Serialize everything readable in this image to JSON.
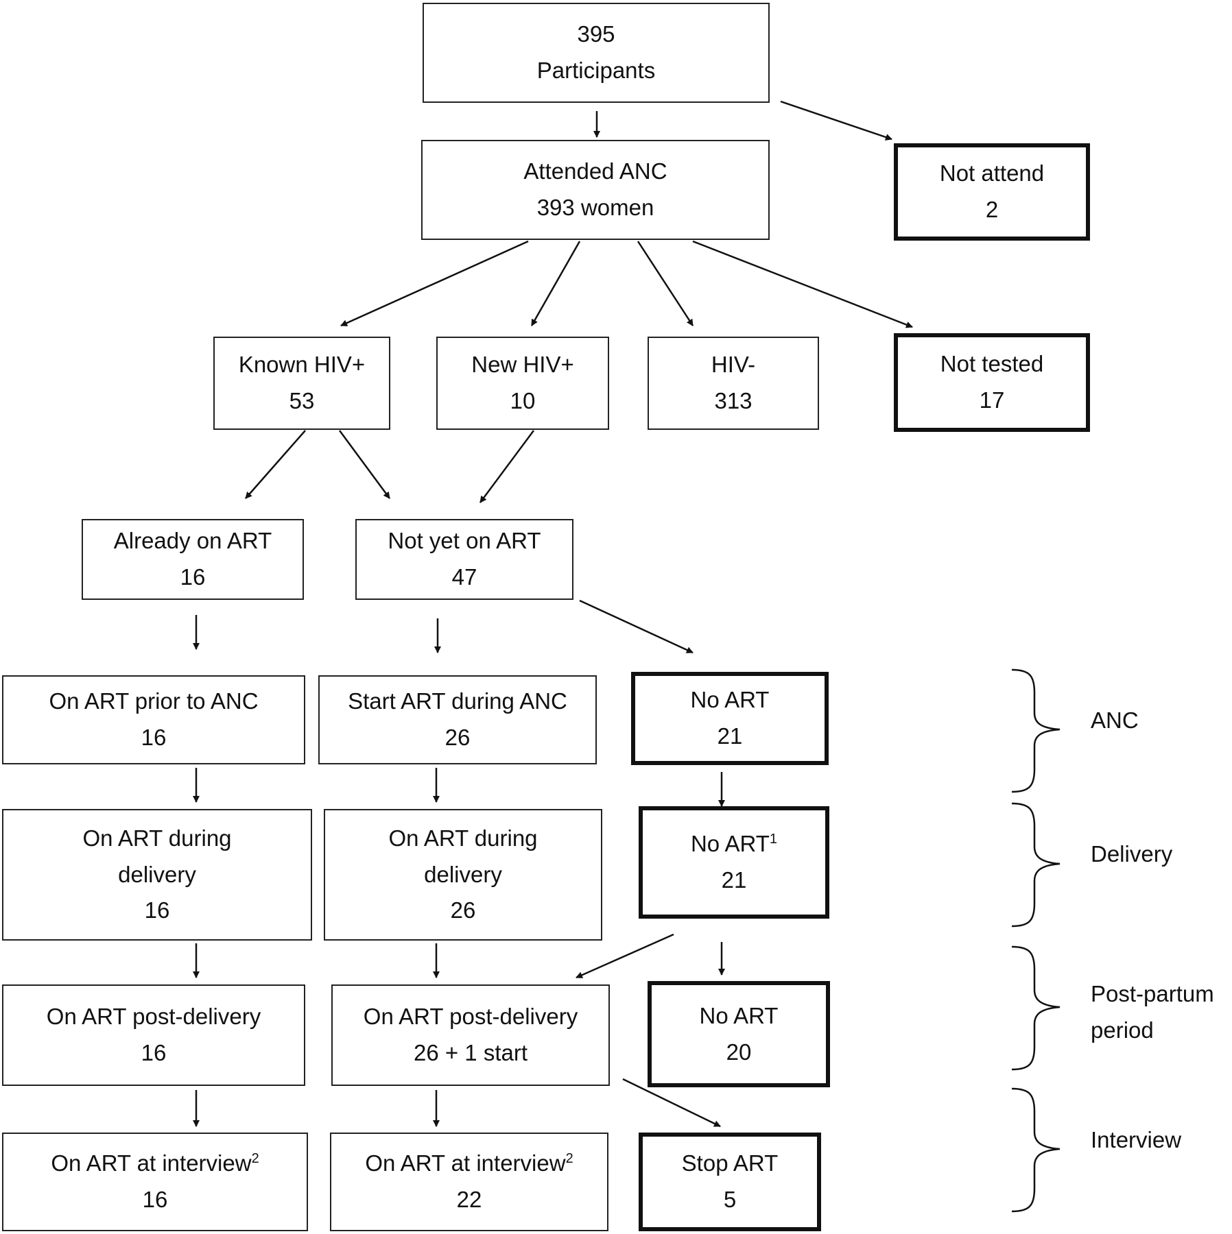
{
  "nodes": {
    "participants": {
      "line1": "395",
      "line2": "Participants"
    },
    "attended": {
      "line1": "Attended ANC",
      "line2": "393  women"
    },
    "not_attend": {
      "line1": "Not attend",
      "line2": "2"
    },
    "known_hiv": {
      "line1": "Known HIV+",
      "line2": "53"
    },
    "new_hiv": {
      "line1": "New HIV+",
      "line2": "10"
    },
    "hiv_neg": {
      "line1": "HIV-",
      "line2": "313"
    },
    "not_tested": {
      "line1": "Not tested",
      "line2": "17"
    },
    "already_art": {
      "line1": "Already on ART",
      "line2": "16"
    },
    "not_yet_art": {
      "line1": "Not yet on ART",
      "line2": "47"
    },
    "art_prior_anc": {
      "line1": "On ART prior to ANC",
      "line2": "16"
    },
    "start_art_anc": {
      "line1": "Start ART during ANC",
      "line2": "26"
    },
    "no_art_anc": {
      "line1": "No ART",
      "line2": "21"
    },
    "art_delivery_1": {
      "line1": "On ART during",
      "line2": "delivery",
      "line3": "16"
    },
    "art_delivery_2": {
      "line1": "On ART during",
      "line2": "delivery",
      "line3": "26"
    },
    "no_art_delivery": {
      "line1": "No ART",
      "sup": "1",
      "line2": "21"
    },
    "art_post_1": {
      "line1": "On ART post-delivery",
      "line2": "16"
    },
    "art_post_2": {
      "line1": "On ART post-delivery",
      "line2": "26 + 1 start"
    },
    "no_art_post": {
      "line1": "No ART",
      "line2": "20"
    },
    "art_interview_1": {
      "line1": "On ART at interview",
      "sup": "2",
      "line2": "16"
    },
    "art_interview_2": {
      "line1": "On ART at interview",
      "sup": "2",
      "line2": "22"
    },
    "stop_art": {
      "line1": "Stop ART",
      "line2": "5"
    }
  },
  "phases": {
    "anc": "ANC",
    "delivery": "Delivery",
    "postpartum_1": "Post-partum",
    "postpartum_2": "period",
    "interview": "Interview"
  },
  "colors": {
    "stroke": "#111111",
    "background": "#ffffff"
  }
}
